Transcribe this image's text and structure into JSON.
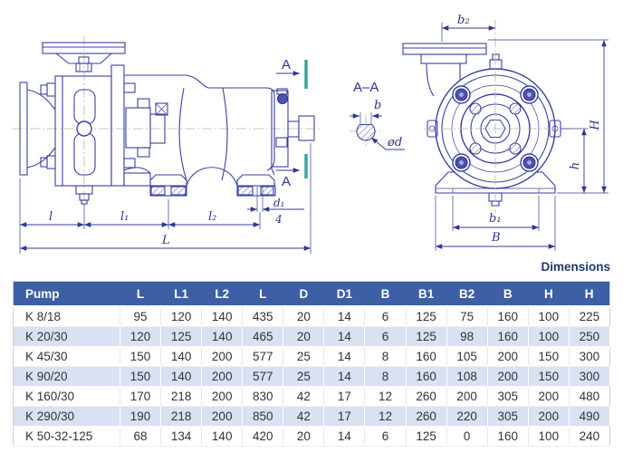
{
  "drawing": {
    "section_label": "A",
    "detail_title": "A–A",
    "side": {
      "l": "l",
      "l1": "l₁",
      "l2": "l₂",
      "L": "L",
      "d1": "d₁",
      "holes_count": "4"
    },
    "front": {
      "b2": "b₂",
      "H": "H",
      "h": "h",
      "b1": "b₁",
      "B": "B"
    },
    "detail": {
      "b": "b",
      "od": "ød"
    }
  },
  "table": {
    "title": "Dimensions",
    "columns": [
      "Pump",
      "L",
      "L1",
      "L2",
      "L",
      "D",
      "D1",
      "B",
      "B1",
      "B2",
      "B",
      "H",
      "H"
    ],
    "rows": [
      {
        "pump": "K 8/18",
        "values": [
          95,
          120,
          140,
          435,
          20,
          14,
          6,
          125,
          75,
          160,
          100,
          225
        ]
      },
      {
        "pump": "K 20/30",
        "values": [
          120,
          125,
          140,
          465,
          20,
          14,
          6,
          125,
          98,
          160,
          100,
          250
        ]
      },
      {
        "pump": "K 45/30",
        "values": [
          150,
          140,
          200,
          577,
          25,
          14,
          8,
          160,
          105,
          200,
          150,
          300
        ]
      },
      {
        "pump": "K 90/20",
        "values": [
          150,
          140,
          200,
          577,
          25,
          14,
          8,
          160,
          108,
          200,
          150,
          300
        ]
      },
      {
        "pump": "K 160/30",
        "values": [
          170,
          218,
          200,
          830,
          42,
          17,
          12,
          260,
          200,
          305,
          200,
          480
        ]
      },
      {
        "pump": "K 290/30",
        "values": [
          190,
          218,
          200,
          850,
          42,
          17,
          12,
          260,
          220,
          305,
          200,
          490
        ]
      },
      {
        "pump": "K 50-32-125",
        "values": [
          68,
          134,
          140,
          420,
          20,
          14,
          6,
          125,
          0,
          160,
          100,
          240
        ]
      }
    ]
  },
  "colors": {
    "line_navy": "#3a41a3",
    "section_teal": "#35a79a",
    "table_header_bg": "#3c5fa6",
    "table_row_alt": "#d9e1f3",
    "title_navy": "#1d3a6d"
  }
}
